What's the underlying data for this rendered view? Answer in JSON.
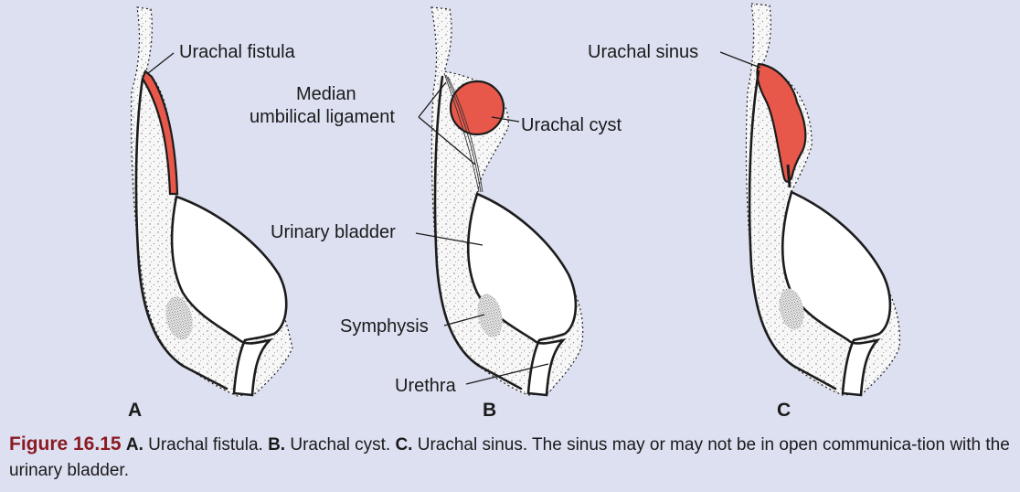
{
  "labels": {
    "urachal_fistula": "Urachal fistula",
    "median_line1": "Median",
    "median_line2": "umbilical ligament",
    "urachal_cyst": "Urachal cyst",
    "urinary_bladder": "Urinary bladder",
    "symphysis": "Symphysis",
    "urethra": "Urethra",
    "urachal_sinus": "Urachal sinus"
  },
  "panels": {
    "a": "A",
    "b": "B",
    "c": "C"
  },
  "caption": {
    "figure_number": "Figure 16.15",
    "a_letter": "A.",
    "a_text": " Urachal fistula. ",
    "b_letter": "B.",
    "b_text": " Urachal cyst. ",
    "c_letter": "C.",
    "c_text": " Urachal sinus. The sinus may or may not be in open communica-tion with the urinary bladder."
  },
  "colors": {
    "background": "#dde0f1",
    "urachal_remnant": "#e8584a",
    "figure_label": "#8b1a24"
  }
}
